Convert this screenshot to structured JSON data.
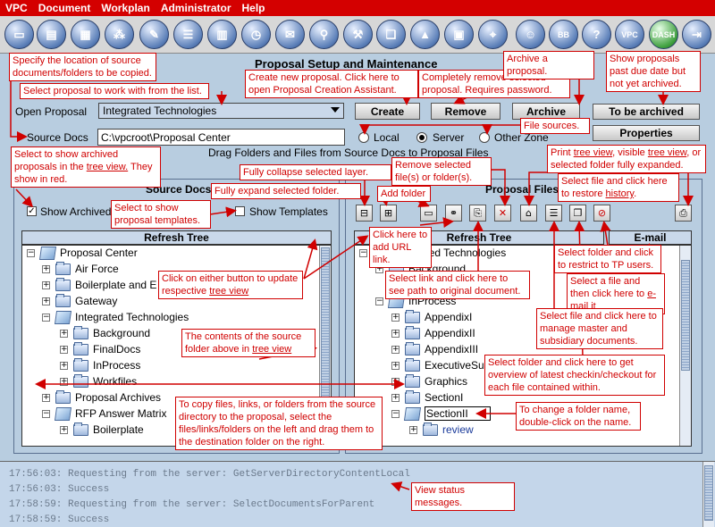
{
  "menu": [
    "VPC",
    "Document",
    "Workplan",
    "Administrator",
    "Help"
  ],
  "toolbar": {
    "icons": [
      "monitor-icon",
      "documents-icon",
      "palette-icon",
      "network-icon",
      "notes-icon",
      "checklist-icon",
      "calendar-icon",
      "clock-icon",
      "mail-icon",
      "search-icon",
      "tools-icon",
      "book-icon",
      "chart-icon",
      "printer-icon",
      "user-icon",
      "broadcast-icon",
      "group-icon",
      "grid-icon",
      "help-icon",
      "vpc-icon",
      "dash-icon",
      "exit-icon"
    ],
    "vpc_label": "VPC",
    "dash_label": "DASH",
    "help_label": "?",
    "bb_label": "BB"
  },
  "page_title": "Proposal Setup and Maintenance",
  "open_proposal": {
    "label": "Open Proposal",
    "value": "Integrated Technologies"
  },
  "source_docs": {
    "label": "Source Docs",
    "value": "C:\\vpcroot\\Proposal Center"
  },
  "buttons": {
    "create": "Create",
    "remove": "Remove",
    "archive": "Archive",
    "to_be_archived": "To be archived",
    "properties": "Properties"
  },
  "radios": {
    "local": "Local",
    "server": "Server",
    "other_zone": "Other Zone"
  },
  "drag_hint": "Drag Folders and Files from Source Docs to Proposal Files",
  "left_panel": {
    "title": "Source Docs",
    "show_archived": "Show Archived",
    "show_templates": "Show Templates",
    "refresh": "Refresh Tree",
    "items": [
      "Proposal Center",
      "Air Force",
      "Boilerplate and E",
      "Gateway",
      "Integrated Technologies",
      "Background",
      "FinalDocs",
      "InProcess",
      "Workfiles",
      "Proposal Archives",
      "RFP Answer Matrix",
      "Boilerplate"
    ]
  },
  "right_panel": {
    "title": "Proposal Files",
    "refresh": "Refresh Tree",
    "email": "E-mail",
    "items": [
      "Integrated Technologies",
      "Background",
      "InProcess",
      "AppendixI",
      "AppendixII",
      "AppendixIII",
      "ExecutiveSu",
      "Graphics",
      "SectionI",
      "SectionII",
      "review"
    ]
  },
  "status_lines": [
    "17:56:03: Requesting from the server: GetServerDirectoryContentLocal",
    "17:56:03: Success",
    "17:58:59: Requesting from the server: SelectDocumentsForParent",
    "17:58:59: Success"
  ],
  "notes": {
    "n1": "Specify the location of source documents/folders to be copied.",
    "n2": "Select proposal to work with from the list.",
    "n3": "Create new proposal.  Click here to open Proposal Creation Assistant.",
    "n4": "Completely remove selected proposal.  Requires password.",
    "n5": "Archive a proposal.",
    "n6": "Show proposals past due date but not yet archived.",
    "n7": "File sources.",
    "n8a": "Select to show archived proposals in the ",
    "n8b": "tree view.",
    "n8c": " They show in red.",
    "n9": "Fully collapse selected layer.",
    "n10": "Remove selected file(s) or folder(s).",
    "n11a": "Print ",
    "n11b": "tree view",
    "n11c": ", visible ",
    "n11d": "tree view",
    "n11e": ", or selected folder fully expanded.",
    "n12a": "Select file and click here to restore ",
    "n12b": "history",
    "n12c": ".",
    "n13": "Fully expand selected folder.",
    "n14": "Add folder",
    "n15": "Select to show proposal templates.",
    "n16": "Click here to add URL link.",
    "n17": "Select folder and click to restrict to TP users.",
    "n18a": "Click on either button to update respective ",
    "n18b": "tree view",
    "n19": "Select link and click here to see path to original document.",
    "n20a": "Select a file and then click here to ",
    "n20b": "e-mail it",
    "n21a": "The contents of the source folder above in ",
    "n21b": "tree view",
    "n22": "Select file and click here to manage master and subsidiary documents.",
    "n23": "Select folder and click here to get overview of latest checkin/checkout for each file contained within.",
    "n24": "To copy files, links, or folders from the source directory to the proposal, select the files/links/folders on the left and drag them to the destination folder on the right.",
    "n25": "To change a folder name, double-click on the name.",
    "n26": "View status messages."
  },
  "colors": {
    "menu_bg": "#d40000",
    "note_red": "#d00000",
    "panel_bg": "#b8cde0"
  }
}
